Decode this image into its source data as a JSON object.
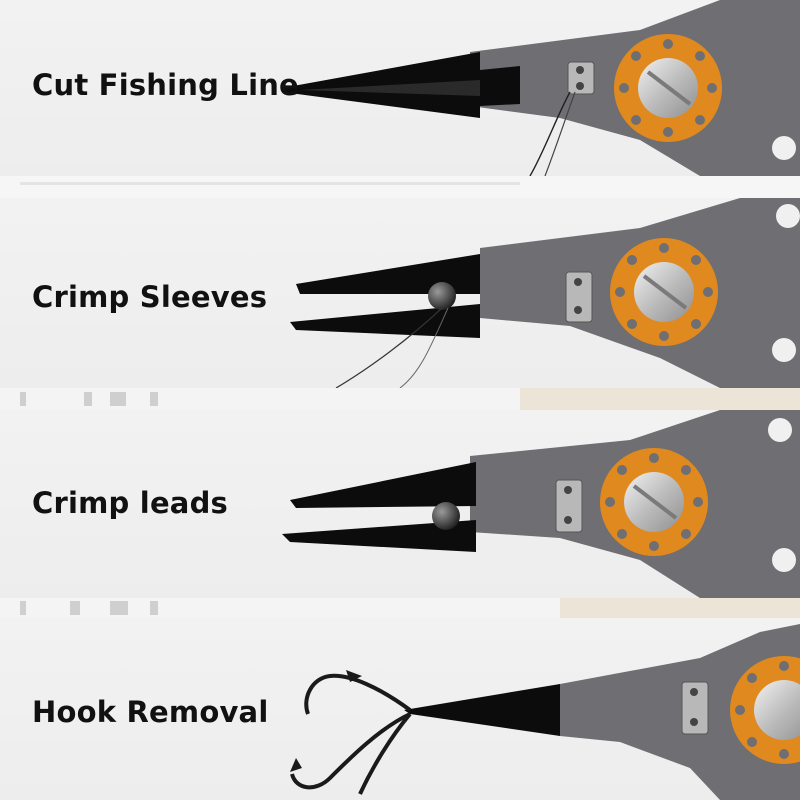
{
  "panels": [
    {
      "label": "Cut Fishing Line"
    },
    {
      "label": "Crimp Sleeves"
    },
    {
      "label": "Crimp leads"
    },
    {
      "label": "Hook Removal"
    }
  ],
  "colors": {
    "background": "#f0f0f0",
    "plier_dark": "#0c0c0c",
    "plier_gray": "#6e6e73",
    "ring_orange": "#e0891f",
    "bolt_silver": "#c9c9c9",
    "text": "#111111"
  }
}
